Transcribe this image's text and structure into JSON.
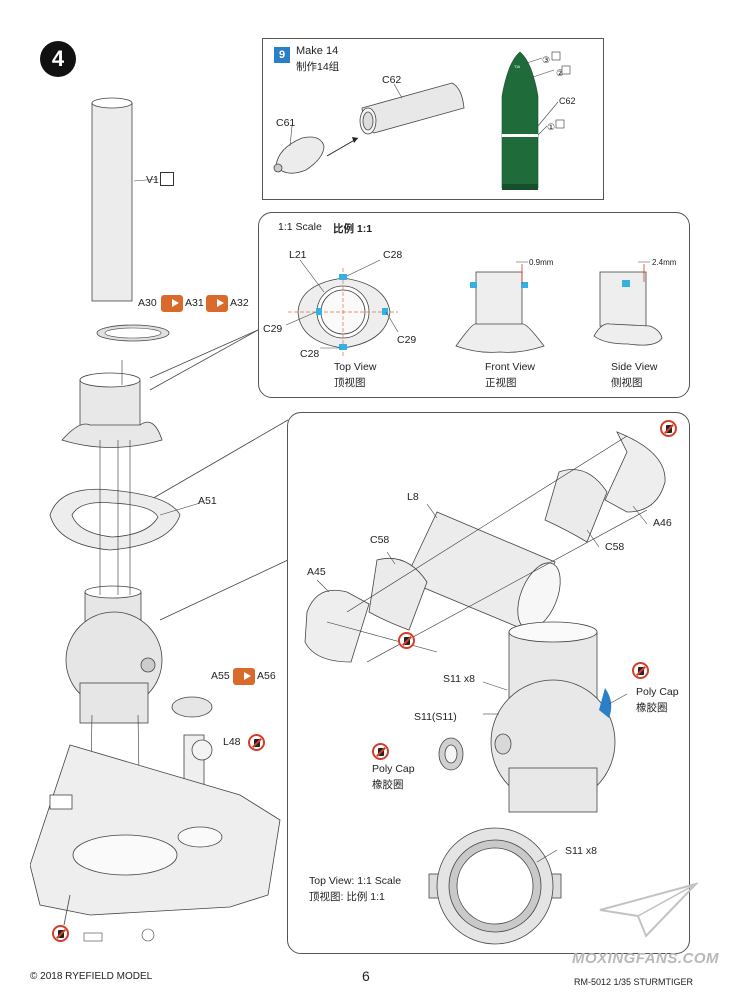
{
  "step_number": "4",
  "subassembly": {
    "step_badge": "9",
    "title_en": "Make 14",
    "title_cn": "制作14组",
    "parts": [
      "C62",
      "C61"
    ],
    "shell_label": "C62",
    "shell_markers": [
      "③",
      "②",
      "①"
    ]
  },
  "scale_panel": {
    "title_en": "1:1 Scale",
    "title_cn": "比例 1:1",
    "parts": [
      "L21",
      "C28",
      "C29",
      "C29",
      "C28"
    ],
    "views": [
      {
        "en": "Top View",
        "cn": "顶视图"
      },
      {
        "en": "Front View",
        "cn": "正视图"
      },
      {
        "en": "Side View",
        "cn": "侧视图"
      }
    ],
    "dims": [
      "0.9mm",
      "2.4mm"
    ]
  },
  "main_parts": {
    "v1": "V1",
    "a30": "A30",
    "a31": "A31",
    "a32": "A32",
    "a51": "A51",
    "a55": "A55",
    "a56": "A56",
    "l48": "L48"
  },
  "detail_panel": {
    "parts": {
      "l8": "L8",
      "c58_left": "C58",
      "c58_right": "C58",
      "a45": "A45",
      "a46": "A46",
      "s11x8": "S11 x8",
      "s11_s11": "S11(S11)"
    },
    "poly_cap_right": {
      "en": "Poly Cap",
      "cn": "橡胶圈"
    },
    "poly_cap_left": {
      "en": "Poly Cap",
      "cn": "橡胶圈"
    },
    "top_view_en": "Top View: 1:1 Scale",
    "top_view_cn": "顶视图: 比例 1:1",
    "top_view_part": "S11 x8"
  },
  "footer": {
    "copyright": "© 2018 RYEFIELD MODEL",
    "page_number": "6",
    "model": "RM-5012 1/35 STURMTIGER",
    "watermark": "MOXINGFANS.COM"
  }
}
